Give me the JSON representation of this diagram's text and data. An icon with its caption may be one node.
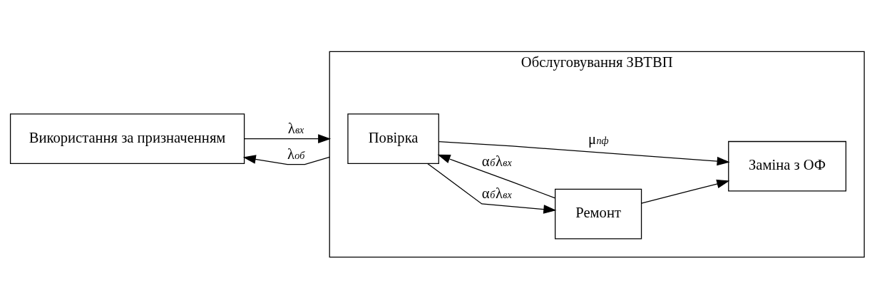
{
  "diagram": {
    "nodes": [
      {
        "text": [
          "Використання за призначенням"
        ]
      },
      {
        "text": [
          "Обслуговування ЗВТВП"
        ]
      },
      {
        "text": [
          "Повірка"
        ],
        "in": 1
      },
      {
        "text": [
          "Ремонт"
        ],
        "in": 1
      },
      {
        "text": [
          "Заміна з ОФ"
        ],
        "in": 1
      }
    ],
    "edges": [
      {
        "from": 0,
        "to": 1,
        "arrow": "to",
        "label": "λ$_{вх}$"
      },
      {
        "from": 1,
        "to": 0,
        "arrow": "to",
        "label": "λ$_{об}$"
      },
      {
        "from": 2,
        "to": 3,
        "arrow": "to",
        "label": "α$_{б}$λ$_{вх}$"
      },
      {
        "from": 3,
        "to": 2,
        "arrow": "to",
        "label": "α$_{б}$λ$_{вх}$"
      },
      {
        "from": 2,
        "to": 4,
        "arrow": "to",
        "label": "μ$_{пф}$"
      },
      {
        "from": 3,
        "to": 4,
        "arrow": "to"
      }
    ]
  }
}
